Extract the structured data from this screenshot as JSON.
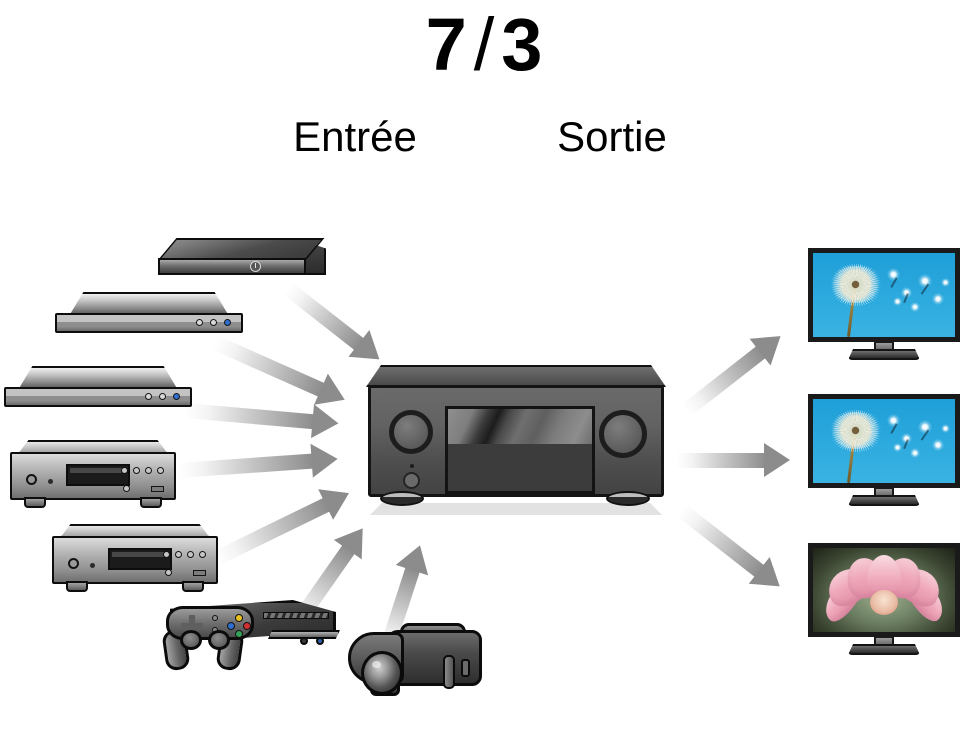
{
  "header": {
    "input_count": "7",
    "separator": "/",
    "output_count": "3",
    "input_label": "Entrée",
    "output_label": "Sortie"
  },
  "diagram": {
    "type": "av-receiver-connectivity",
    "center_device": {
      "name": "av-receiver",
      "knobs": 2,
      "has_display": true,
      "has_power_button": true
    },
    "inputs": [
      {
        "index": 1,
        "icon": "set-top-box-icon",
        "label": "Set-top box"
      },
      {
        "index": 2,
        "icon": "blu-ray-player-icon",
        "label": "Blu-ray player"
      },
      {
        "index": 3,
        "icon": "dvd-player-icon",
        "label": "DVD player"
      },
      {
        "index": 4,
        "icon": "cd-player-icon",
        "label": "CD player"
      },
      {
        "index": 5,
        "icon": "tuner-icon",
        "label": "Tuner"
      },
      {
        "index": 6,
        "icon": "game-console-icon",
        "label": "Game console"
      },
      {
        "index": 7,
        "icon": "camcorder-icon",
        "label": "Camcorder"
      }
    ],
    "outputs": [
      {
        "index": 1,
        "icon": "television-icon",
        "label": "TV 1",
        "screen_image": "dandelion"
      },
      {
        "index": 2,
        "icon": "television-icon",
        "label": "TV 2",
        "screen_image": "dandelion"
      },
      {
        "index": 3,
        "icon": "television-icon",
        "label": "TV 3",
        "screen_image": "lotus-flower"
      }
    ],
    "arrow_count_in": 7,
    "arrow_count_out": 3
  },
  "colors": {
    "background": "#ffffff",
    "text": "#000000",
    "arrow": "#8c8c8c",
    "receiver_body": "#5e5e5e",
    "tv_bezel": "#1a1a1a",
    "screen_sky": "#2aa8dd",
    "lotus_petal": "#efa8ba"
  }
}
